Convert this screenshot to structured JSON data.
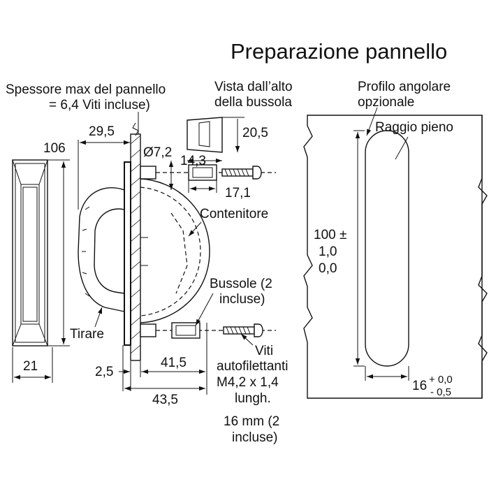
{
  "title": "Preparazione pannello",
  "labels": {
    "panel_thickness_1": "Spessore max del pannello",
    "panel_thickness_2": "= 6,4 Viti incluse)",
    "top_view_1": "Vista dall’alto",
    "top_view_2": "della bussola",
    "corner_profile_1": "Profilo angolare",
    "corner_profile_2": "opzionale",
    "full_radius": "Raggio pieno",
    "container": "Contenitore",
    "bushings_1": "Bussole (2",
    "bushings_2": "incluse)",
    "pull": "Tirare",
    "screws_1": "Viti",
    "screws_2": "autofilettanti",
    "screws_3": "M4,2 x 1,4",
    "screws_4": "lungh.",
    "screws_5": "16 mm (2",
    "screws_6": "incluse)"
  },
  "dimensions": {
    "d_29_5": "29,5",
    "d_106": "106",
    "d_7_2": "Ø7,2",
    "d_14_3": "14,3",
    "d_17_1": "17,1",
    "d_20_5": "20,5",
    "d_21": "21",
    "d_2_5": "2,5",
    "d_41_5": "41,5",
    "d_43_5": "43,5",
    "d_100": "100 ±",
    "d_100_tol_plus": "1,0",
    "d_100_tol_minus": "0,0",
    "d_16": "16",
    "d_16_tol_plus": "+ 0,0",
    "d_16_tol_minus": "- 0,5"
  }
}
